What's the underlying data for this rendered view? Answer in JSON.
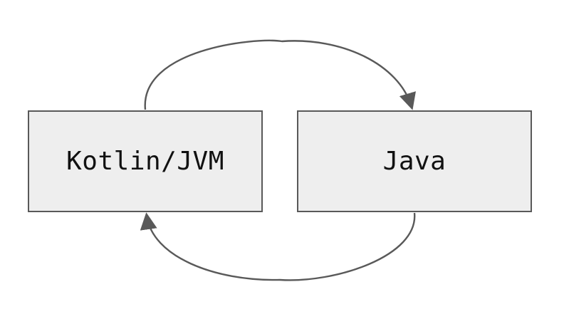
{
  "nodes": {
    "kotlin": {
      "label": "Kotlin/JVM"
    },
    "java": {
      "label": "Java"
    }
  },
  "edges": [
    {
      "from": "kotlin",
      "to": "java",
      "route": "over-top"
    },
    {
      "from": "java",
      "to": "kotlin",
      "route": "under-bottom"
    }
  ],
  "colors": {
    "node_fill": "#eeeeee",
    "node_border": "#595959",
    "arrow": "#595959",
    "text": "#111111"
  }
}
